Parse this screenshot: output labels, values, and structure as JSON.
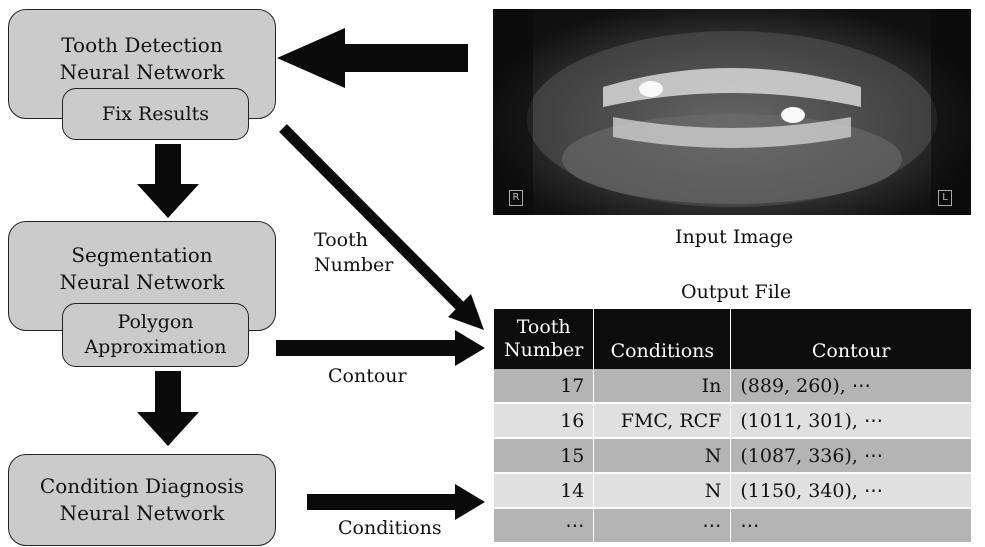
{
  "pipeline": {
    "tooth_detection": [
      "Tooth Detection",
      "Neural Network"
    ],
    "fix_results": "Fix Results",
    "segmentation": [
      "Segmentation",
      "Neural Network"
    ],
    "polygon_approximation": [
      "Polygon",
      "Approximation"
    ],
    "condition_diagnosis": [
      "Condition Diagnosis",
      "Neural Network"
    ]
  },
  "edge_labels": {
    "tooth_number": [
      "Tooth",
      "Number"
    ],
    "contour": "Contour",
    "conditions": "Conditions"
  },
  "input_image": {
    "caption": "Input Image",
    "marker_left": "R",
    "marker_right": "L"
  },
  "output_file": {
    "title": "Output File",
    "headers": {
      "tooth_number": [
        "Tooth",
        "Number"
      ],
      "conditions": "Conditions",
      "contour": "Contour"
    },
    "rows": [
      {
        "tooth_number": "17",
        "conditions": "In",
        "contour": "(889, 260), ⋯"
      },
      {
        "tooth_number": "16",
        "conditions": "FMC, RCF",
        "contour": "(1011, 301), ⋯"
      },
      {
        "tooth_number": "15",
        "conditions": "N",
        "contour": "(1087, 336), ⋯"
      },
      {
        "tooth_number": "14",
        "conditions": "N",
        "contour": "(1150, 340), ⋯"
      },
      {
        "tooth_number": "⋯",
        "conditions": "⋯",
        "contour": "⋯"
      }
    ]
  }
}
